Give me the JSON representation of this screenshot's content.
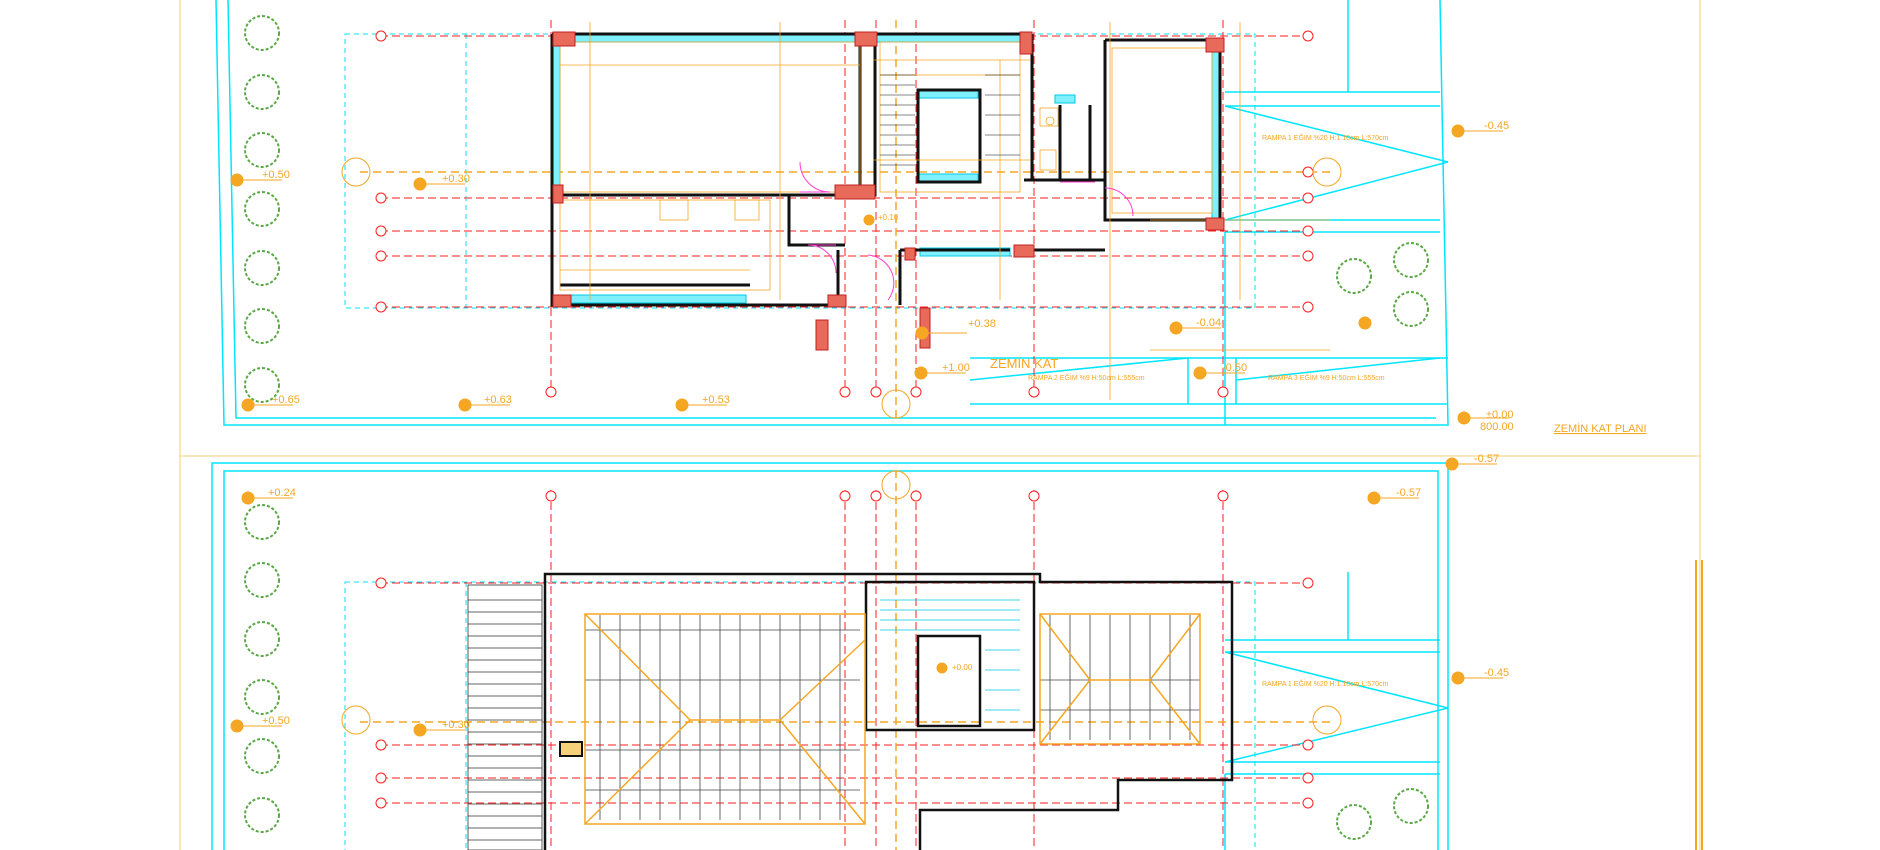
{
  "colors": {
    "background": "#ffffff",
    "boundary": "#00e5ff",
    "axis": "#ff1f1f",
    "annotation": "#f5a623",
    "wall": "#111111",
    "tree": "#5aa845",
    "column": "#e03b3b",
    "door": "#ff3ecf"
  },
  "ground_floor": {
    "title": "ZEMİN KAT",
    "plan_label": "ZEMİN KAT PLANI",
    "ramps": [
      "RAMPA 1 EĞİM %20 H:1.10cm L:570cm",
      "RAMPA 2 EĞİM %9 H:50cm L:555cm",
      "RAMPA 3 EĞİM %9 H:50cm L:555cm"
    ],
    "elevations": [
      "+0.50",
      "+0.30",
      "-0.45",
      "+0.65",
      "+0.63",
      "+0.53",
      "+0.38",
      "+1.00",
      "-0.04",
      "-0.50",
      "±0.00",
      "800.00",
      "+0.10"
    ]
  },
  "upper_plan": {
    "ramps": [
      "RAMPA 1 EĞİM %20 H:1.10cm L:570cm"
    ],
    "elevations": [
      "-0.57",
      "+0.24",
      "-0.57",
      "-0.45",
      "+0.50",
      "+0.30",
      "+0.00"
    ]
  }
}
